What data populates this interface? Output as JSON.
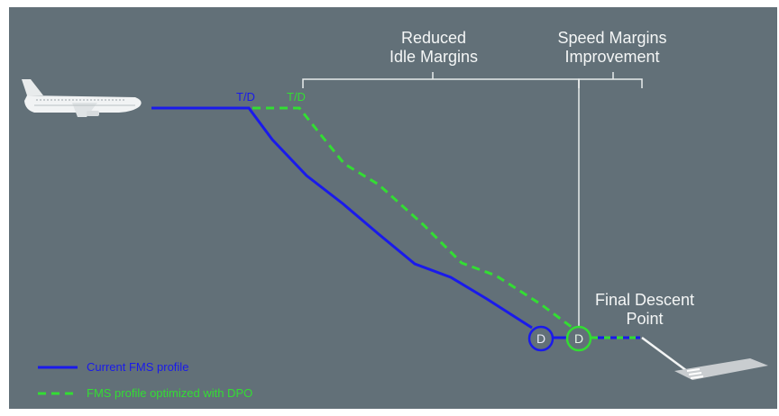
{
  "labels": {
    "reduced_idle_margins": "Reduced\nIdle Margins",
    "speed_margins_improvement": "Speed Margins\nImprovement",
    "final_descent_point": "Final Descent\nPoint",
    "td_current": "T/D",
    "td_optimized": "T/D",
    "decel_current": "D",
    "decel_optimized": "D"
  },
  "legend": {
    "current_profile": "Current FMS profile",
    "optimized_profile": "FMS profile optimized with DPO"
  },
  "colors": {
    "background": "#627078",
    "current_profile": "#1a1aeb",
    "optimized_profile": "#33dd33",
    "annotation": "#e8ecec",
    "runway": "#c9cdd0"
  }
}
